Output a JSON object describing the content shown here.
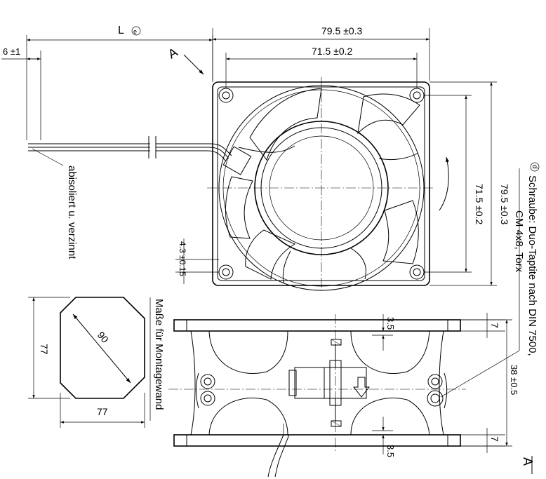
{
  "top_view": {
    "dim_overall_width": "79.5 ±0.3",
    "dim_hole_spacing_width": "71.5 ±0.2",
    "dim_overall_height": "79.5 ±0.3",
    "dim_hole_spacing_height": "71.5 ±0.2",
    "dim_cable_length": "L",
    "dim_cable_length_note": "e",
    "dim_strip_length": "6 ±1",
    "dim_hole_offset": "4.3 ±0.15",
    "view_marker": "A",
    "wire_note": "abisoliert u. verzinnt"
  },
  "cutout": {
    "title": "Maße für Montagewand",
    "dim_width": "77",
    "dim_height": "77",
    "dim_diagonal": "90"
  },
  "side_view": {
    "dim_flange_top": "7",
    "dim_flange_bottom": "7",
    "dim_depth": "38 ±0.5",
    "dim_offset_top": "3.5",
    "dim_offset_bottom": "3.5",
    "view_marker": "A"
  },
  "screw_note": {
    "symbol": "d",
    "line1": "Schraube: Duo-Taptite nach DIN 7500,",
    "line2": "CM 4x8, Torx"
  }
}
